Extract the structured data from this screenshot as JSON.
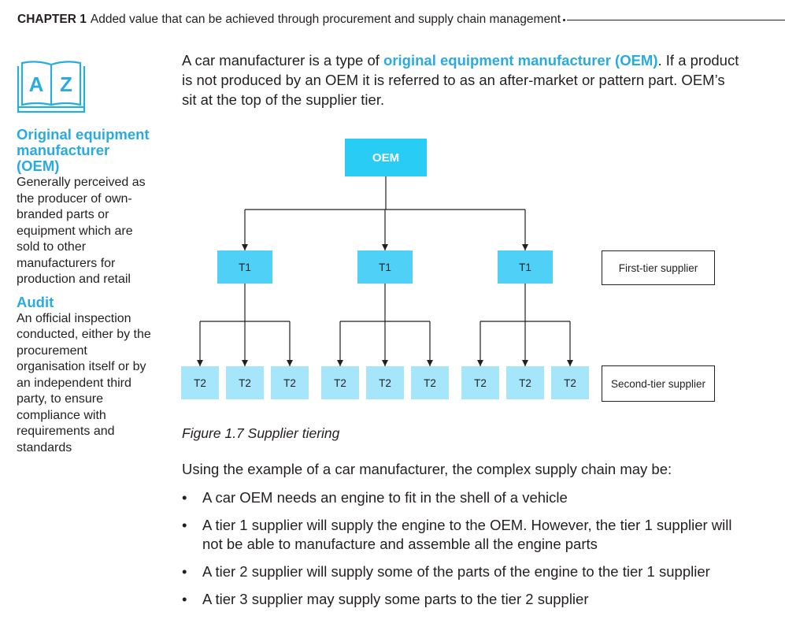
{
  "header": {
    "chapter": "CHAPTER 1",
    "title": "Added value that can be achieved through procurement and supply chain management"
  },
  "icon": {
    "name": "az-book-icon",
    "letters": [
      "A",
      "Z"
    ],
    "color": "#29abe2"
  },
  "glossary": [
    {
      "term": "Original equipment manufacturer (OEM)",
      "definition": "Generally perceived as the producer of own-branded parts or equipment which are sold to other manufacturers for production and retail"
    },
    {
      "term": "Audit",
      "definition": "An official inspection conducted, either by the procurement organisation itself or by an independent third party, to ensure compliance with requirements and standards"
    }
  ],
  "intro": {
    "before": "A car manufacturer is a type of ",
    "highlight": "original equipment manufacturer (OEM)",
    "after": ". If a product is not produced by an OEM it is referred to as an after-market or pattern part. OEM’s sit at the top of the supplier tier."
  },
  "diagram": {
    "root": "OEM",
    "tier1": [
      {
        "label": "T1",
        "children": [
          "T2",
          "T2",
          "T2"
        ]
      },
      {
        "label": "T1",
        "children": [
          "T2",
          "T2",
          "T2"
        ]
      },
      {
        "label": "T1",
        "children": [
          "T2",
          "T2",
          "T2"
        ]
      }
    ],
    "tier_labels": [
      "First-tier supplier",
      "Second-tier supplier"
    ],
    "colors": {
      "oem": "#29ccf5",
      "tier1": "#4fd1f7",
      "tier2": "#a6e6fb",
      "accent": "#29abe2"
    }
  },
  "caption": "Figure 1.7 Supplier tiering",
  "body": {
    "lead": "Using the example of a car manufacturer, the complex supply chain may be:",
    "bullets": [
      "A car OEM needs an engine to fit in the shell of a vehicle",
      "A tier 1 supplier will supply the engine to the OEM. However, the tier 1 supplier will not be able to manufacture and assemble all the engine parts",
      "A tier 2 supplier will supply some of the parts of the engine to the tier 1 supplier",
      "A tier 3 supplier may supply some parts to the tier 2 supplier"
    ]
  }
}
